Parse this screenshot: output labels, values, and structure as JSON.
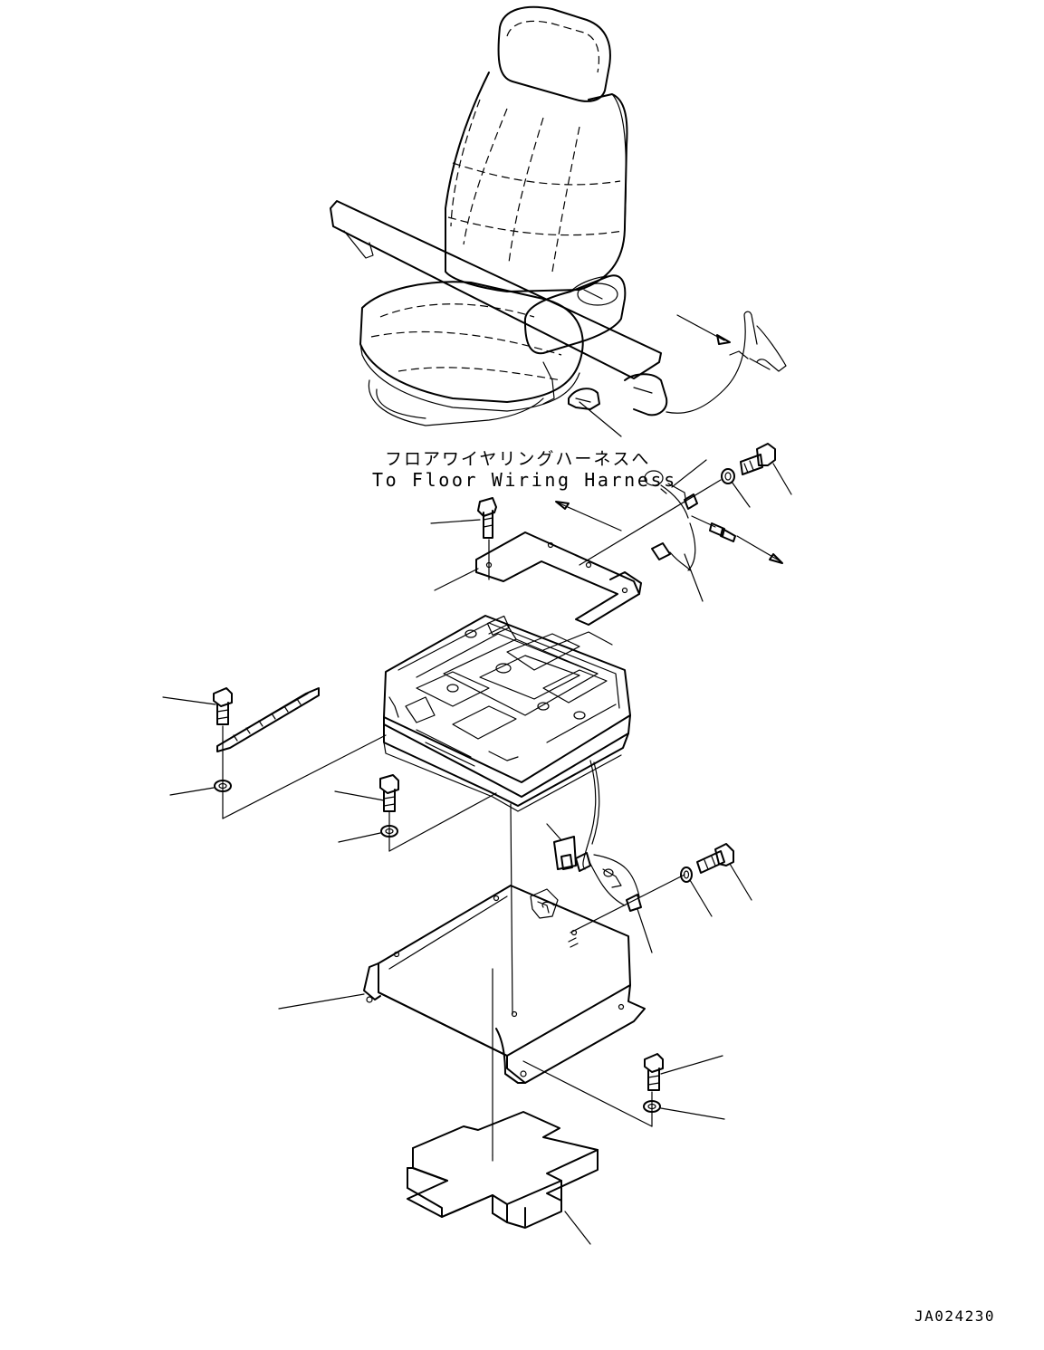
{
  "note": {
    "japanese": "フロアワイヤリングハーネスへ",
    "english": "To Floor Wiring Harness"
  },
  "drawing_id": "JA024230",
  "icons": [
    "seat-assembly",
    "seat-belt",
    "suspension-unit",
    "mounting-bracket",
    "wire-harness",
    "seat-stand",
    "floor-mat",
    "bolt",
    "washer",
    "slide-rail"
  ]
}
